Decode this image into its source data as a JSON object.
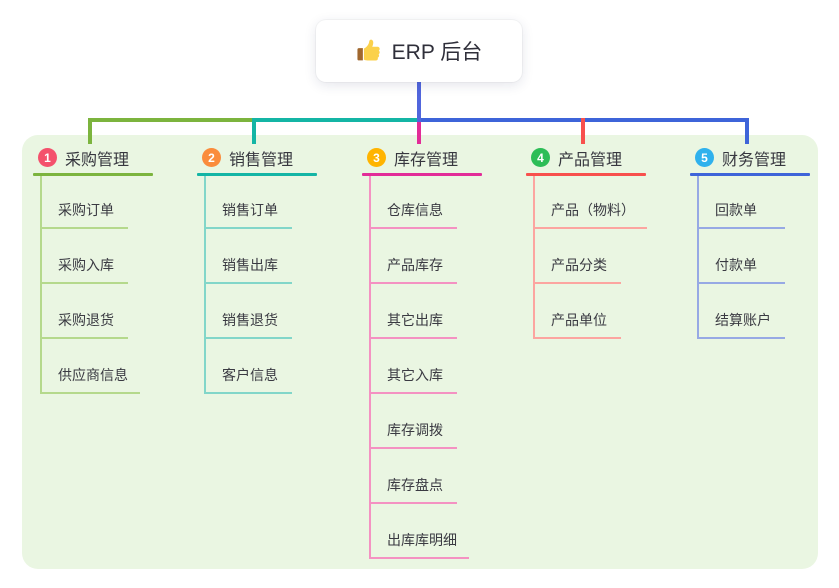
{
  "root": {
    "label": "ERP 后台",
    "icon": "thumbs-up-icon"
  },
  "theme": {
    "panel_bg": "#eaf6e2",
    "trunk_color": "#5166dd",
    "root_text_color": "#2f2f3a"
  },
  "branches": [
    {
      "num": "1",
      "label": "采购管理",
      "color": "#7cb43e",
      "light_color": "#b5d98c",
      "badge_color": "#f4516c",
      "children": [
        "采购订单",
        "采购入库",
        "采购退货",
        "供应商信息"
      ]
    },
    {
      "num": "2",
      "label": "销售管理",
      "color": "#14b5a5",
      "light_color": "#82d6c9",
      "badge_color": "#fa8c3c",
      "children": [
        "销售订单",
        "销售出库",
        "销售退货",
        "客户信息"
      ]
    },
    {
      "num": "3",
      "label": "库存管理",
      "color": "#e22c98",
      "light_color": "#f492c2",
      "badge_color": "#ffb400",
      "children": [
        "仓库信息",
        "产品库存",
        "其它出库",
        "其它入库",
        "库存调拨",
        "库存盘点",
        "出库库明细"
      ]
    },
    {
      "num": "4",
      "label": "产品管理",
      "color": "#f8504d",
      "light_color": "#fca5a0",
      "badge_color": "#2dbd57",
      "children": [
        "产品（物料）",
        "产品分类",
        "产品单位"
      ]
    },
    {
      "num": "5",
      "label": "财务管理",
      "color": "#3e64d9",
      "light_color": "#97a9e4",
      "badge_color": "#2fb1ed",
      "children": [
        "回款单",
        "付款单",
        "结算账户"
      ]
    }
  ]
}
